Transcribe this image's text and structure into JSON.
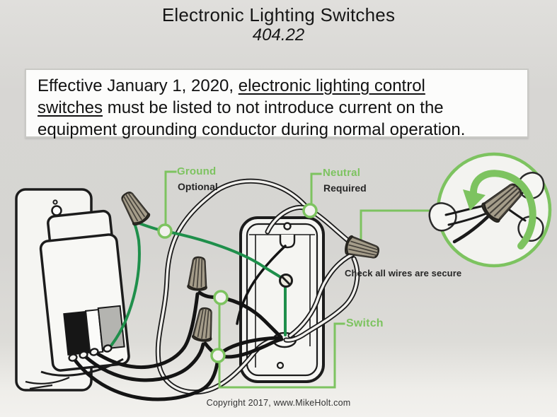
{
  "header": {
    "title": "Electronic Lighting Switches",
    "code": "404.22"
  },
  "statement": {
    "line1_normal": "Effective January 1, 2020, ",
    "line1_underline": "electronic lighting control",
    "line2_underline": "switches",
    "line2_normal": " must be listed to not introduce current on the",
    "line3": "equipment grounding conductor during normal operation."
  },
  "callouts": {
    "ground": {
      "label": "Ground",
      "note": "Optional"
    },
    "neutral": {
      "label": "Neutral",
      "note": "Required"
    },
    "switch": {
      "label": "Switch"
    },
    "wirenut_note": "Check all wires are secure"
  },
  "footer": {
    "copyright": "Copyright 2017, www.MikeHolt.com"
  },
  "icons": {
    "twist_arrow": "clockwise-twist-arrow",
    "wire_nut": "wire-nut",
    "ground_screw": "ground-screw"
  },
  "colors": {
    "callout_green": "#7dc360",
    "wire_green": "#1f8f4b",
    "line_dark": "#1c1c1c",
    "nut_tan": "#a59d8a",
    "background_gray": "#d7d6d3"
  }
}
